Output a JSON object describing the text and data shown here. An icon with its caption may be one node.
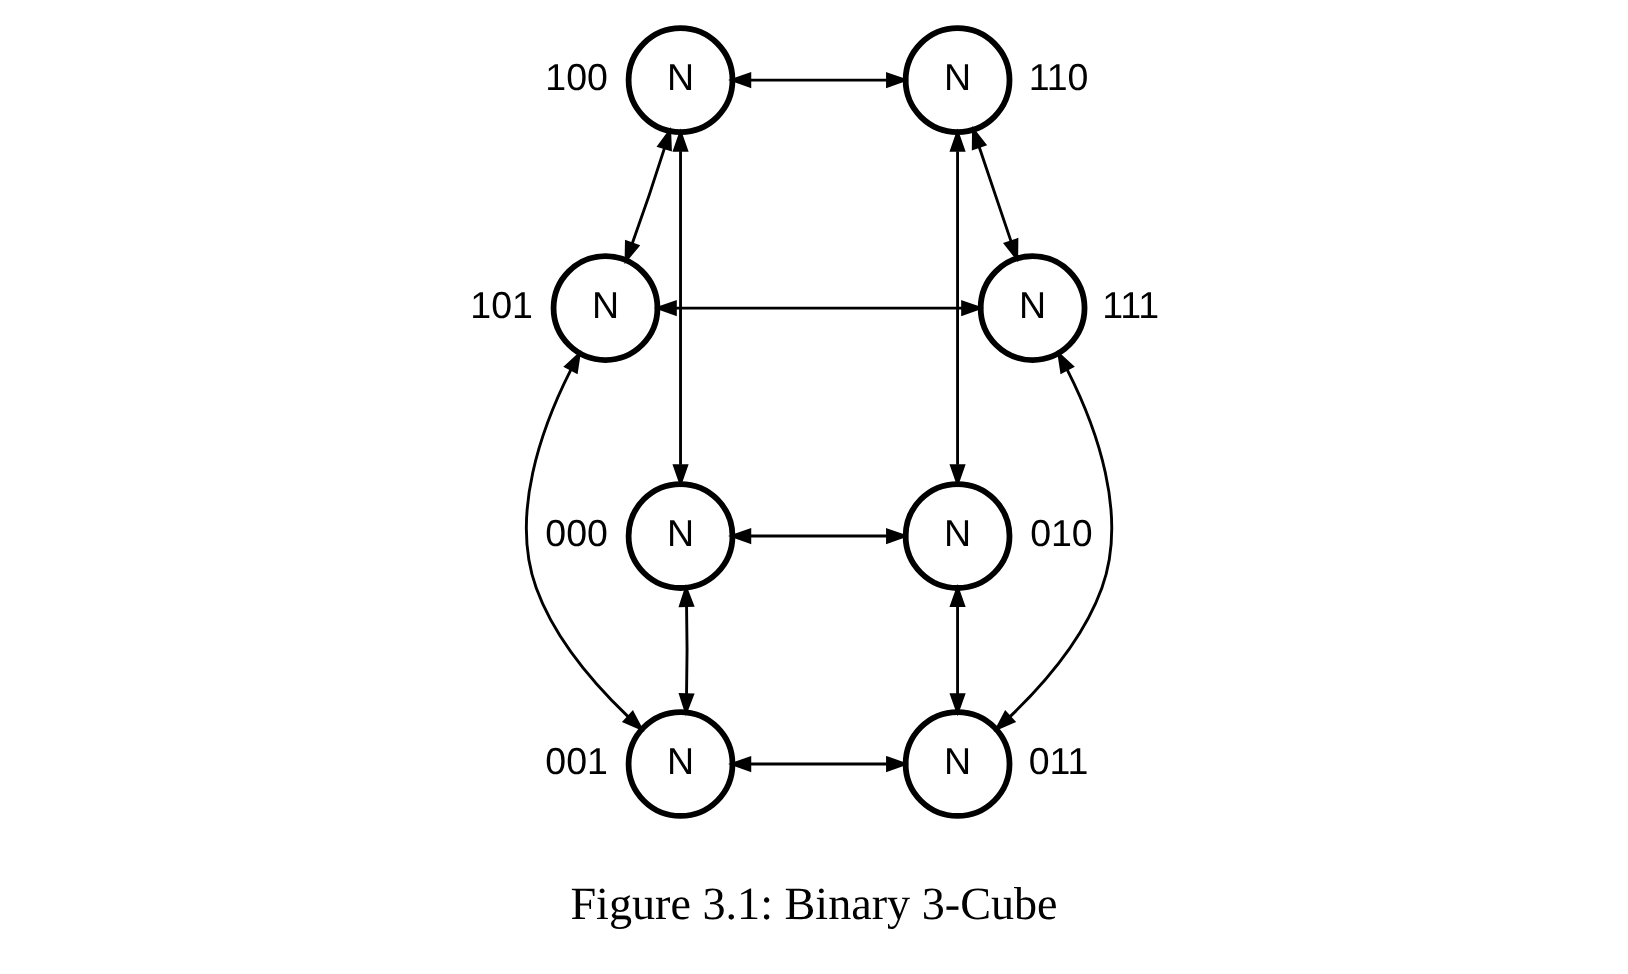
{
  "diagram": {
    "caption": "Figure 3.1: Binary 3-Cube",
    "nodes": [
      {
        "text": [
          "N"
        ],
        "beside": [
          "100"
        ]
      },
      {
        "text": [
          "N"
        ],
        "beside": [
          "110"
        ]
      },
      {
        "text": [
          "N"
        ],
        "beside": [
          "101"
        ]
      },
      {
        "text": [
          "N"
        ],
        "beside": [
          "111"
        ]
      },
      {
        "text": [
          "N"
        ],
        "beside": [
          "000"
        ]
      },
      {
        "text": [
          "N"
        ],
        "beside": [
          "010"
        ]
      },
      {
        "text": [
          "N"
        ],
        "beside": [
          "001"
        ]
      },
      {
        "text": [
          "N"
        ],
        "beside": [
          "011"
        ]
      }
    ],
    "edges": [
      {
        "from": 0,
        "to": 1,
        "arrow": "both"
      },
      {
        "from": 0,
        "to": 2,
        "arrow": "both"
      },
      {
        "from": 0,
        "to": 4,
        "arrow": "both"
      },
      {
        "from": 1,
        "to": 3,
        "arrow": "both"
      },
      {
        "from": 1,
        "to": 5,
        "arrow": "both"
      },
      {
        "from": 2,
        "to": 3,
        "arrow": "both"
      },
      {
        "from": 2,
        "to": 6,
        "arrow": "both"
      },
      {
        "from": 3,
        "to": 7,
        "arrow": "both"
      },
      {
        "from": 4,
        "to": 5,
        "arrow": "both"
      },
      {
        "from": 4,
        "to": 6,
        "arrow": "both"
      },
      {
        "from": 5,
        "to": 7,
        "arrow": "both"
      },
      {
        "from": 6,
        "to": 7,
        "arrow": "both"
      }
    ]
  }
}
